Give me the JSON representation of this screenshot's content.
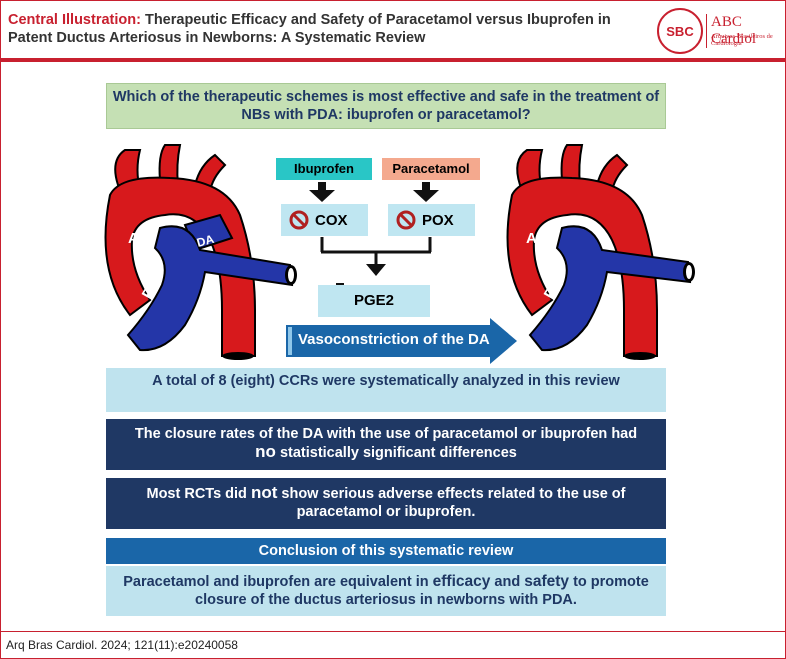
{
  "header": {
    "prefix": "Central Illustration:",
    "title": "Therapeutic Efficacy and Safety of Paracetamol versus Ibuprofen in Patent Ductus Arteriosus in Newborns: A Systematic Review",
    "logo": {
      "abbr": "SBC",
      "name": "ABC Cardiol",
      "sub": "Arquivos Brasileiros de Cardiologia",
      "icon": "sbc-seal-icon"
    }
  },
  "question": "Which of the therapeutic schemes is most effective and safe in the treatment of NBs with PDA: ibuprofen or paracetamol?",
  "mechanism": {
    "drug_left": "Ibuprofen",
    "drug_right": "Paracetamol",
    "enzyme_left": "COX",
    "enzyme_right": "POX",
    "product": "PGE2",
    "effect": "Vasoconstriction of the DA"
  },
  "heart_labels": {
    "ao": "AO",
    "pa": "PA",
    "da": "DA"
  },
  "findings": {
    "analyzed": "A total of 8 (eight) CCRs were systematically analyzed in this review",
    "closure_pre": "The closure rates of the DA with the use of paracetamol or ibuprofen had",
    "closure_emph": "no",
    "closure_post": "statistically significant differences",
    "adverse_pre": "Most RCTs did",
    "adverse_emph": "not",
    "adverse_post": "show serious adverse effects related to the use of paracetamol or ibuprofen."
  },
  "conclusion": {
    "heading": "Conclusion of this systematic review",
    "text_a": "Paracetamol and ibuprofen are equivalent in",
    "efficacy": "efficacy",
    "and": "and",
    "safety": "safety",
    "text_b": "to promote closure of the ductus arteriosus in newborns with PDA."
  },
  "footer": "Arq Bras Cardiol. 2024; 121(11):e20240058",
  "colors": {
    "brand": "#c8202f",
    "navy": "#1f3864",
    "light_blue": "#bfe3ee",
    "green": "#c5e0b4",
    "vessel_red": "#d7191c",
    "vessel_blue": "#2436a8"
  }
}
